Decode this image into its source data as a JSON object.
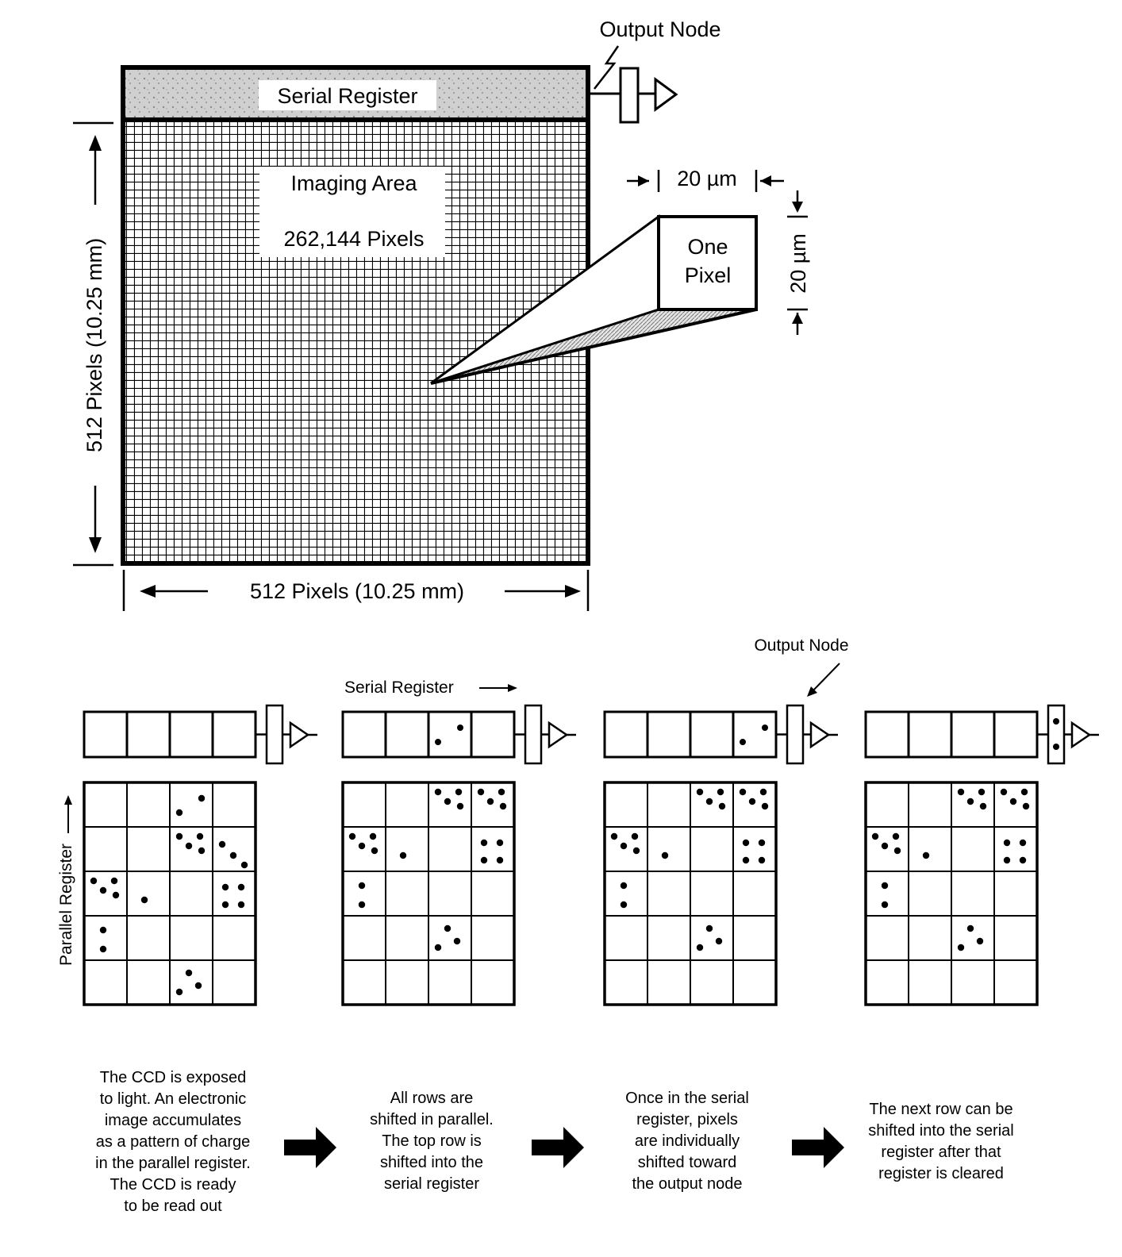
{
  "top": {
    "output_node": "Output Node",
    "serial_register": "Serial Register",
    "imaging_area": "Imaging Area",
    "pixel_count": "262,144 Pixels",
    "one_pixel_line1": "One",
    "one_pixel_line2": "Pixel",
    "pixel_width": "20 µm",
    "pixel_height": "20 µm",
    "vertical_dimension": "512 Pixels  (10.25 mm)",
    "horizontal_dimension": "512 Pixels  (10.25 mm)"
  },
  "bottom": {
    "parallel_register": "Parallel Register",
    "serial_register": "Serial Register",
    "output_node": "Output Node",
    "panels": [
      {
        "caption": [
          "The CCD is exposed",
          "to light.  An electronic",
          "image accumulates",
          "as a pattern of charge",
          "in the parallel register.",
          "The CCD is ready",
          "to be read out"
        ]
      },
      {
        "caption": [
          "All rows are",
          "shifted in parallel.",
          "The top row is",
          "shifted into the",
          "serial register"
        ]
      },
      {
        "caption": [
          "Once in the serial",
          "register, pixels",
          "are individually",
          "shifted toward",
          "the output node"
        ]
      },
      {
        "caption": [
          "The next row can be",
          "shifted into the serial",
          "register after that",
          "register is cleared"
        ]
      }
    ]
  },
  "colors": {
    "ink": "#000000",
    "paper": "#ffffff",
    "register_shade": "#c8c8c8"
  }
}
